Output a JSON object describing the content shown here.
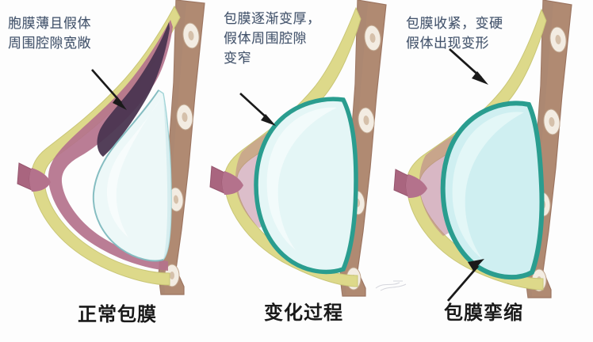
{
  "figure": {
    "title": "Breast implant capsular contracture progression diagram",
    "background_color": "#fdfdfd"
  },
  "palette": {
    "skin_fat": "#ddd98a",
    "skin_fat_light": "#e7e4a4",
    "breast_tissue": "#b4728c",
    "breast_tissue_light": "#c38aa0",
    "implant": "#e9f7f7",
    "implant_shade": "#cfeaec",
    "capsule_teal": "#2a9d8f",
    "capsule_space_dark": "#4a3550",
    "chest_wall": "#b08a72",
    "chest_wall_dark": "#9c7561",
    "rib_fill": "#f3ece2",
    "rib_center": "#c8b49c",
    "arrow_black": "#1a1a1a",
    "annotation_blue": "#43536b",
    "caption_black": "#1a1a1a"
  },
  "panels": [
    {
      "id": "panel-1",
      "annotation": "胞膜薄且假体\n周围腔隙宽敞",
      "annotation_lines": [
        "胞膜薄且假体",
        "周围腔隙宽敞"
      ],
      "caption": "正常包膜",
      "arrows": [
        {
          "name": "arrow-to-capsule-space",
          "direction": "down-right"
        }
      ],
      "state": "normal-capsule"
    },
    {
      "id": "panel-2",
      "annotation": "包膜逐渐变厚，\n假体周围腔隙\n变窄",
      "annotation_lines": [
        "包膜逐渐变厚，",
        "假体周围腔隙",
        "变窄"
      ],
      "caption": "变化过程",
      "arrows": [
        {
          "name": "arrow-to-thickened-capsule",
          "direction": "down-right"
        }
      ],
      "state": "thickening-capsule"
    },
    {
      "id": "panel-3",
      "annotation": "包膜收紧，变硬\n假体出现变形",
      "annotation_lines": [
        "包膜收紧，变硬",
        "假体出现变形"
      ],
      "caption": "包膜挛缩",
      "arrows": [
        {
          "name": "arrow-upper-contracture",
          "direction": "down-right"
        },
        {
          "name": "arrow-lower-contracture",
          "direction": "up-right"
        }
      ],
      "state": "capsular-contracture"
    }
  ],
  "anatomy_labels": {
    "skin_fat": "skin-and-fat-layer",
    "breast_tissue": "glandular-breast-tissue",
    "implant": "silicone-implant",
    "capsule": "fibrous-capsule",
    "capsule_space": "periprosthetic-space",
    "chest_wall": "chest-wall-pectoral-muscle",
    "rib": "rib-cross-section",
    "nipple": "nipple"
  }
}
